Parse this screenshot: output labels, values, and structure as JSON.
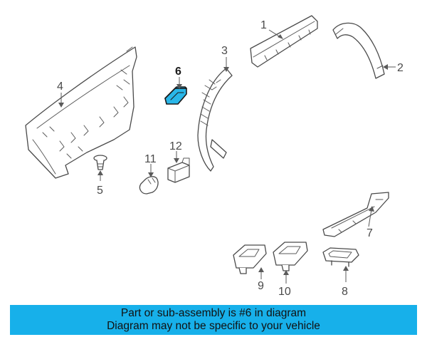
{
  "diagram": {
    "selected_part": "6",
    "callouts": [
      "1",
      "2",
      "3",
      "4",
      "5",
      "6",
      "7",
      "8",
      "9",
      "10",
      "11",
      "12"
    ]
  },
  "banner": {
    "line1": "Part or sub-assembly is #6 in diagram",
    "line2": "Diagram may not be specific to your vehicle",
    "color": "#17b0ea"
  },
  "colors": {
    "highlight": "#29b6e8",
    "line": "#4a4a4a"
  }
}
